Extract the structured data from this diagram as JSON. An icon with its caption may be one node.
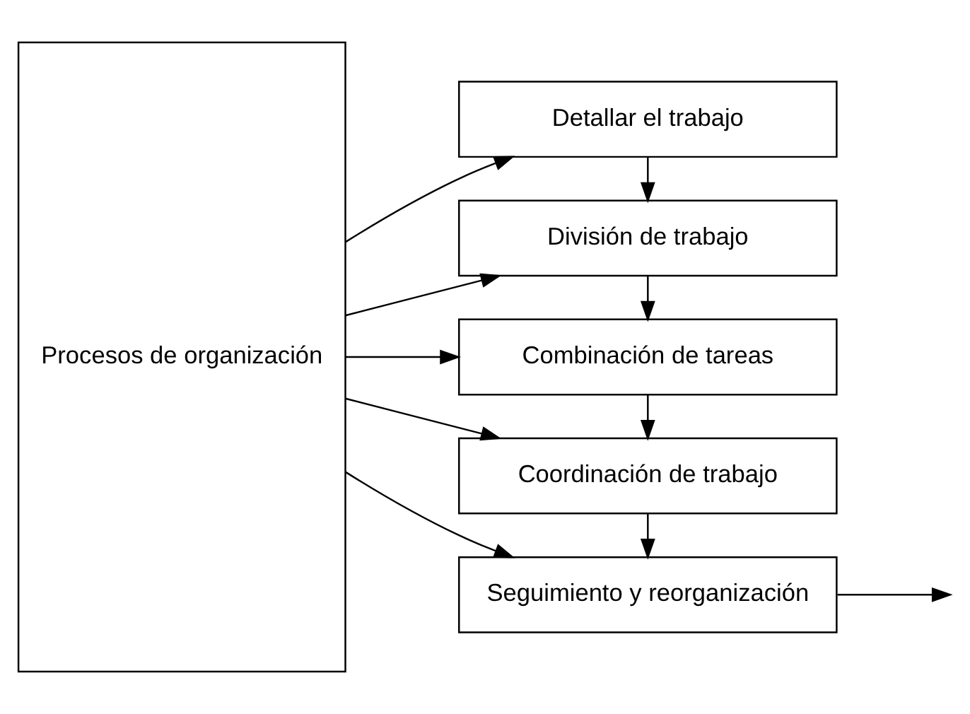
{
  "diagram": {
    "nodes": [
      {
        "text": [
          "Procesos de organización"
        ]
      },
      {
        "text": [
          "Detallar el trabajo"
        ]
      },
      {
        "text": [
          "División de trabajo"
        ]
      },
      {
        "text": [
          "Combinación de tareas"
        ]
      },
      {
        "text": [
          "Coordinación de trabajo"
        ]
      },
      {
        "text": [
          "Seguimiento y reorganización"
        ]
      }
    ],
    "edges": [
      {
        "from": 0,
        "to": 1,
        "arrow": "to"
      },
      {
        "from": 0,
        "to": 2,
        "arrow": "to"
      },
      {
        "from": 0,
        "to": 3,
        "arrow": "to"
      },
      {
        "from": 0,
        "to": 4,
        "arrow": "to"
      },
      {
        "from": 0,
        "to": 5,
        "arrow": "to"
      },
      {
        "from": 1,
        "to": 2,
        "arrow": "to"
      },
      {
        "from": 2,
        "to": 3,
        "arrow": "to"
      },
      {
        "from": 3,
        "to": 4,
        "arrow": "to"
      },
      {
        "from": 4,
        "to": 5,
        "arrow": "to"
      },
      {
        "from": 5,
        "to": null,
        "arrow": "to"
      }
    ]
  }
}
